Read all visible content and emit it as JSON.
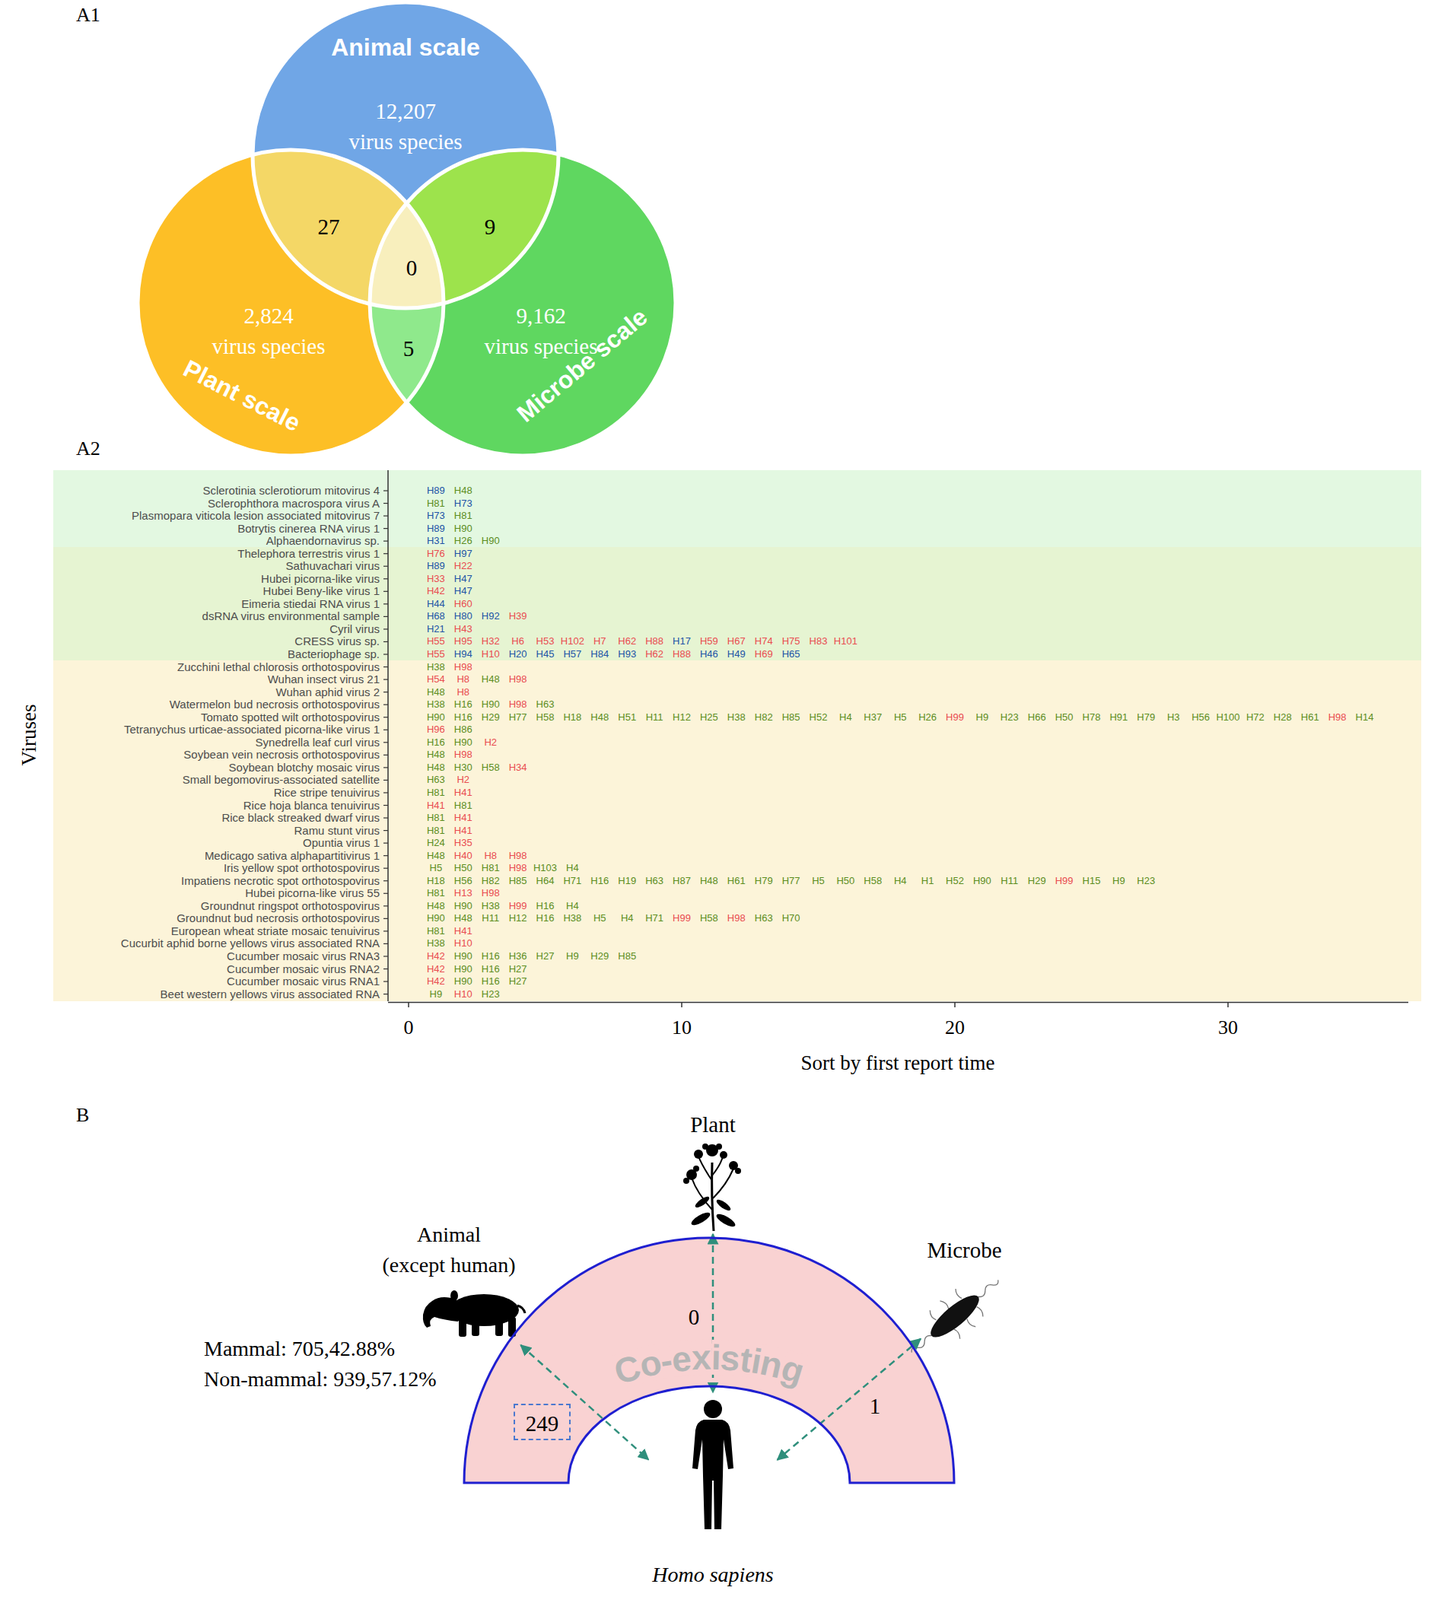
{
  "diagram": {
    "nodes": [
      {
        "text": [
          "Animal scale",
          "12,207 virus species"
        ]
      },
      {
        "text": [
          "Plant scale",
          "2,824 virus species"
        ]
      },
      {
        "text": [
          "Microbe scale",
          "9,162 virus species"
        ]
      },
      {
        "text": [
          "Sclerotinia sclerotiorum mitovirus 4",
          "H89 H48",
          "Sclerophthora macrospora virus A",
          "H81 H73",
          "Plasmopara viticola lesion associated mitovirus 7",
          "H73 H81",
          "Botrytis cinerea RNA virus 1",
          "H89 H90",
          "Alphaendornavirus sp.",
          "H31 H26 H90"
        ]
      },
      {
        "text": [
          "Thelephora terrestris virus 1",
          "H76 H97",
          "Sathuvachari virus",
          "H89 H22",
          "Hubei picorna-like virus",
          "H33 H47",
          "Hubei Beny-like virus 1",
          "H42 H47",
          "Eimeria stiedai RNA virus 1",
          "H44 H60",
          "dsRNA virus environmental sample",
          "H68 H80 H92 H39",
          "Cyril virus",
          "H21 H43",
          "CRESS virus sp.",
          "H55 H95 H32 H6 H53 H102 H7 H62 H88 H17 H59 H67 H74 H75 H83 H101",
          "Bacteriophage sp.",
          "H55 H94 H10 H20 H45 H57 H84 H93 H62 H88 H46 H49 H69 H65"
        ]
      },
      {
        "text": [
          "Zucchini lethal chlorosis orthotospovirus",
          "H38 H98",
          "Wuhan insect virus 21",
          "H54 H8 H48 H98",
          "Wuhan aphid virus 2",
          "H48 H8",
          "Watermelon bud necrosis orthotospovirus",
          "H38 H16 H90 H98 H63",
          "Tomato spotted wilt orthotospovirus",
          "H90 H16 H29 H77 H58 H18 H48 H51 H11 H12 H25 H38 H82 H85 H52 H4 H37 H5 H26 H99 H9 H23 H66 H50 H78 H91 H79 H3 H56 H100 H72 H28 H61 H98 H14",
          "Tetranychus urticae-associated picorna-like virus 1",
          "H96 H86",
          "Synedrella leaf curl virus",
          "H16 H90 H2",
          "Soybean vein necrosis orthotospovirus",
          "H48 H98",
          "Soybean blotchy mosaic virus",
          "H48 H30 H58 H34",
          "Small begomovirus-associated satellite",
          "H63 H2",
          "Rice stripe tenuivirus",
          "H81 H41",
          "Rice hoja blanca tenuivirus",
          "H41 H81",
          "Rice black streaked dwarf virus",
          "H81 H41",
          "Ramu stunt virus",
          "H81 H41",
          "Opuntia virus 1",
          "H24 H35",
          "Medicago sativa alphapartitivirus 1",
          "H48 H40 H8 H98",
          "Iris yellow spot orthotospovirus",
          "H5 H50 H81 H98 H103 H4",
          "Impatiens necrotic spot orthotospovirus",
          "H18 H56 H82 H85 H64 H71 H16 H19 H63 H87 H48 H61 H79 H77 H5 H50 H58 H4 H1 H52 H90 H11 H29 H99 H15 H9 H23",
          "Hubei picorna-like virus 55",
          "H81 H13 H98",
          "Groundnut ringspot orthotospovirus",
          "H48 H90 H38 H99 H16 H4",
          "Groundnut bud necrosis orthotospovirus",
          "H90 H48 H11 H12 H16 H38 H5 H4 H71 H99 H58 H98 H63 H70",
          "European wheat striate mosaic tenuivirus",
          "H81 H41",
          "Cucurbit aphid borne yellows virus associated RNA",
          "H38 H10",
          "Cucumber mosaic virus RNA3",
          "H42 H90 H16 H36 H27 H9 H29 H85",
          "Cucumber mosaic virus RNA2",
          "H42 H90 H16 H27",
          "Cucumber mosaic virus RNA1",
          "H42 H90 H16 H27",
          "Beet western yellows virus associated RNA",
          "H9 H10 H23"
        ]
      },
      {
        "text": [
          "Plant"
        ]
      },
      {
        "text": [
          "Animal (except human)"
        ]
      },
      {
        "text": [
          "Microbe"
        ]
      },
      {
        "text": [
          "Co-existing",
          "0",
          "1"
        ]
      },
      {
        "text": [
          "249"
        ],
        "in": 9
      },
      {
        "text": [
          "Homo sapiens"
        ]
      }
    ],
    "edges": [
      {
        "from": 7,
        "to": 11,
        "arrow": "both"
      },
      {
        "from": 6,
        "to": 11,
        "arrow": "both"
      },
      {
        "from": 8,
        "to": 11,
        "arrow": "both"
      }
    ],
    "labels": [
      "A1",
      "27",
      "9",
      "0",
      "5",
      "A2",
      "Viruses",
      "0",
      "10",
      "20",
      "30",
      "Sort by first report time",
      "B",
      "Mammal: 705,42.88%",
      "Non-mammal: 939,57.12%"
    ]
  }
}
